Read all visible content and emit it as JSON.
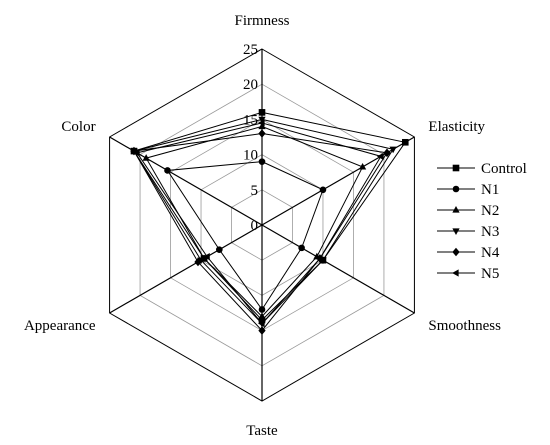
{
  "chart_data": {
    "type": "radar",
    "axes": [
      "Firmness",
      "Elasticity",
      "Smoothness",
      "Taste",
      "Appearance",
      "Color"
    ],
    "rlim": [
      0,
      25
    ],
    "ticks": [
      0,
      5,
      10,
      15,
      20,
      25
    ],
    "tick_labels": [
      "0",
      "5",
      "10",
      "15",
      "20",
      "25"
    ],
    "grid": true,
    "legend_position": "right",
    "series": [
      {
        "name": "Control",
        "marker": "square",
        "values": [
          16,
          23.5,
          10,
          13.5,
          9.5,
          21
        ]
      },
      {
        "name": "N1",
        "marker": "circle",
        "values": [
          9,
          10,
          6.5,
          12,
          7,
          15.5
        ]
      },
      {
        "name": "N2",
        "marker": "triangle-up",
        "values": [
          14,
          16.5,
          9,
          13,
          9.5,
          19
        ]
      },
      {
        "name": "N3",
        "marker": "triangle-down",
        "values": [
          15,
          21.5,
          10,
          14,
          10,
          21
        ]
      },
      {
        "name": "N4",
        "marker": "diamond",
        "values": [
          13,
          20.5,
          9.5,
          15,
          10.5,
          21
        ]
      },
      {
        "name": "N5",
        "marker": "triangle-left",
        "values": [
          14.5,
          19.5,
          9.5,
          14,
          9,
          20.5
        ]
      }
    ]
  }
}
